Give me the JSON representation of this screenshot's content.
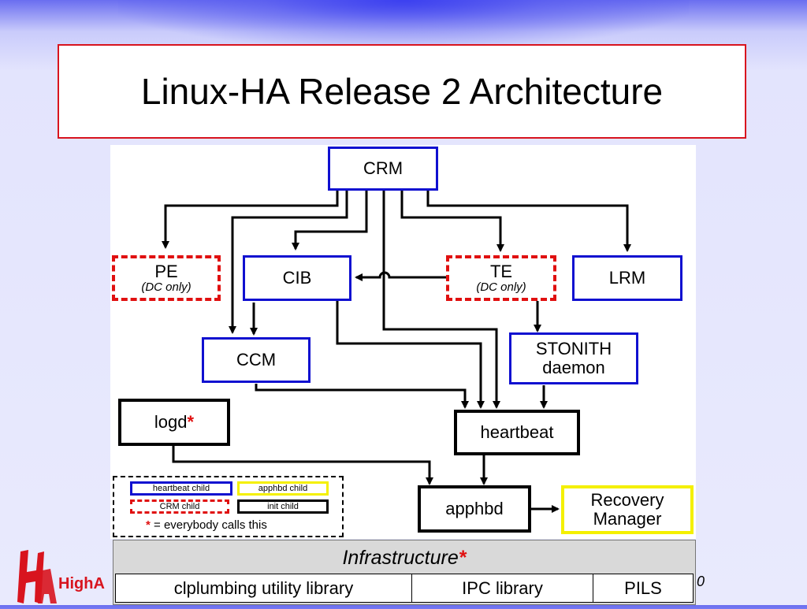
{
  "title": "Linux-HA Release 2 Architecture",
  "nodes": {
    "crm": "CRM",
    "pe": "PE",
    "pe_sub": "(DC only)",
    "cib": "CIB",
    "te": "TE",
    "te_sub": "(DC only)",
    "lrm": "LRM",
    "ccm": "CCM",
    "stonith_1": "STONITH",
    "stonith_2": "daemon",
    "logd": "logd",
    "logd_star": "*",
    "heartbeat": "heartbeat",
    "apphbd": "apphbd",
    "recovery_1": "Recovery",
    "recovery_2": "Manager"
  },
  "legend": {
    "heartbeat_child": "heartbeat child",
    "apphbd_child": "apphbd child",
    "crm_child": "CRM child",
    "init_child": "init child",
    "star": "*",
    "note": " = everybody calls this"
  },
  "infrastructure": {
    "title": "Infrastructure",
    "star": "*",
    "cells": [
      "clplumbing utility library",
      "IPC library",
      "PILS"
    ]
  },
  "footer": {
    "brand_high": "High",
    "brand_a": "A",
    "page": "0"
  },
  "colors": {
    "heartbeat_child": "#1010d0",
    "apphbd_child": "#f4f000",
    "crm_child": "#e01010",
    "init_child": "#000000"
  }
}
